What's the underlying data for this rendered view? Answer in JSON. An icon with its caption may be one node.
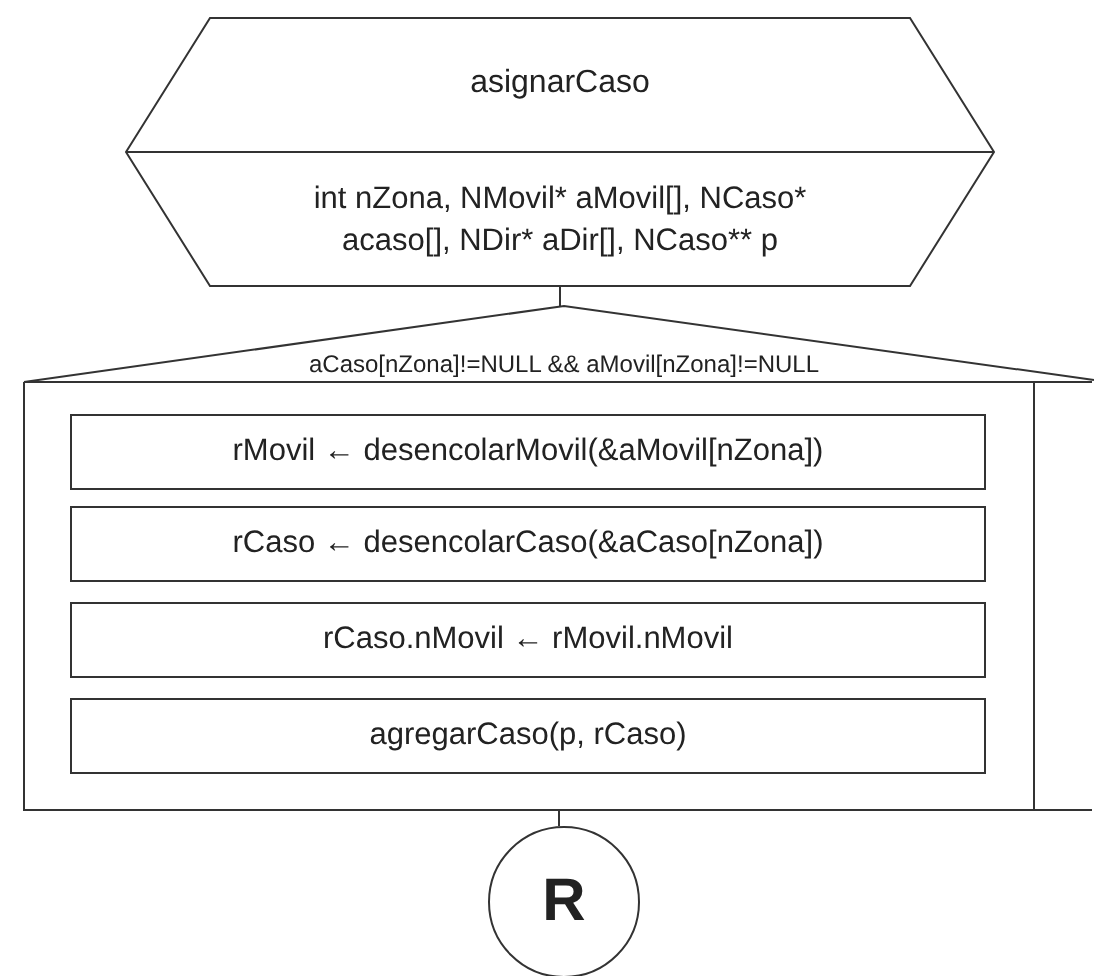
{
  "diagram": {
    "nodes": [
      {
        "text": [
          "asignarCaso",
          "int nZona, NMovil* aMovil[], NCaso* acaso[], NDir* aDir[], NCaso** p"
        ]
      },
      {
        "text": [
          "aCaso[nZona]!=NULL && aMovil[nZona]!=NULL"
        ]
      },
      {
        "text": [
          "rMovil ← desencolarMovil(&aMovil[nZona])"
        ],
        "in": 1
      },
      {
        "text": [
          "rCaso ← desencolarCaso(&aCaso[nZona])"
        ],
        "in": 1
      },
      {
        "text": [
          "rCaso.nMovil ← rMovil.nMovil"
        ],
        "in": 1
      },
      {
        "text": [
          "agregarCaso(p, rCaso)"
        ],
        "in": 1
      },
      {
        "text": [
          "R"
        ]
      }
    ],
    "edges": [
      {
        "from": 0,
        "to": 1,
        "arrow": "none"
      },
      {
        "from": 1,
        "to": 6,
        "arrow": "none"
      }
    ]
  }
}
